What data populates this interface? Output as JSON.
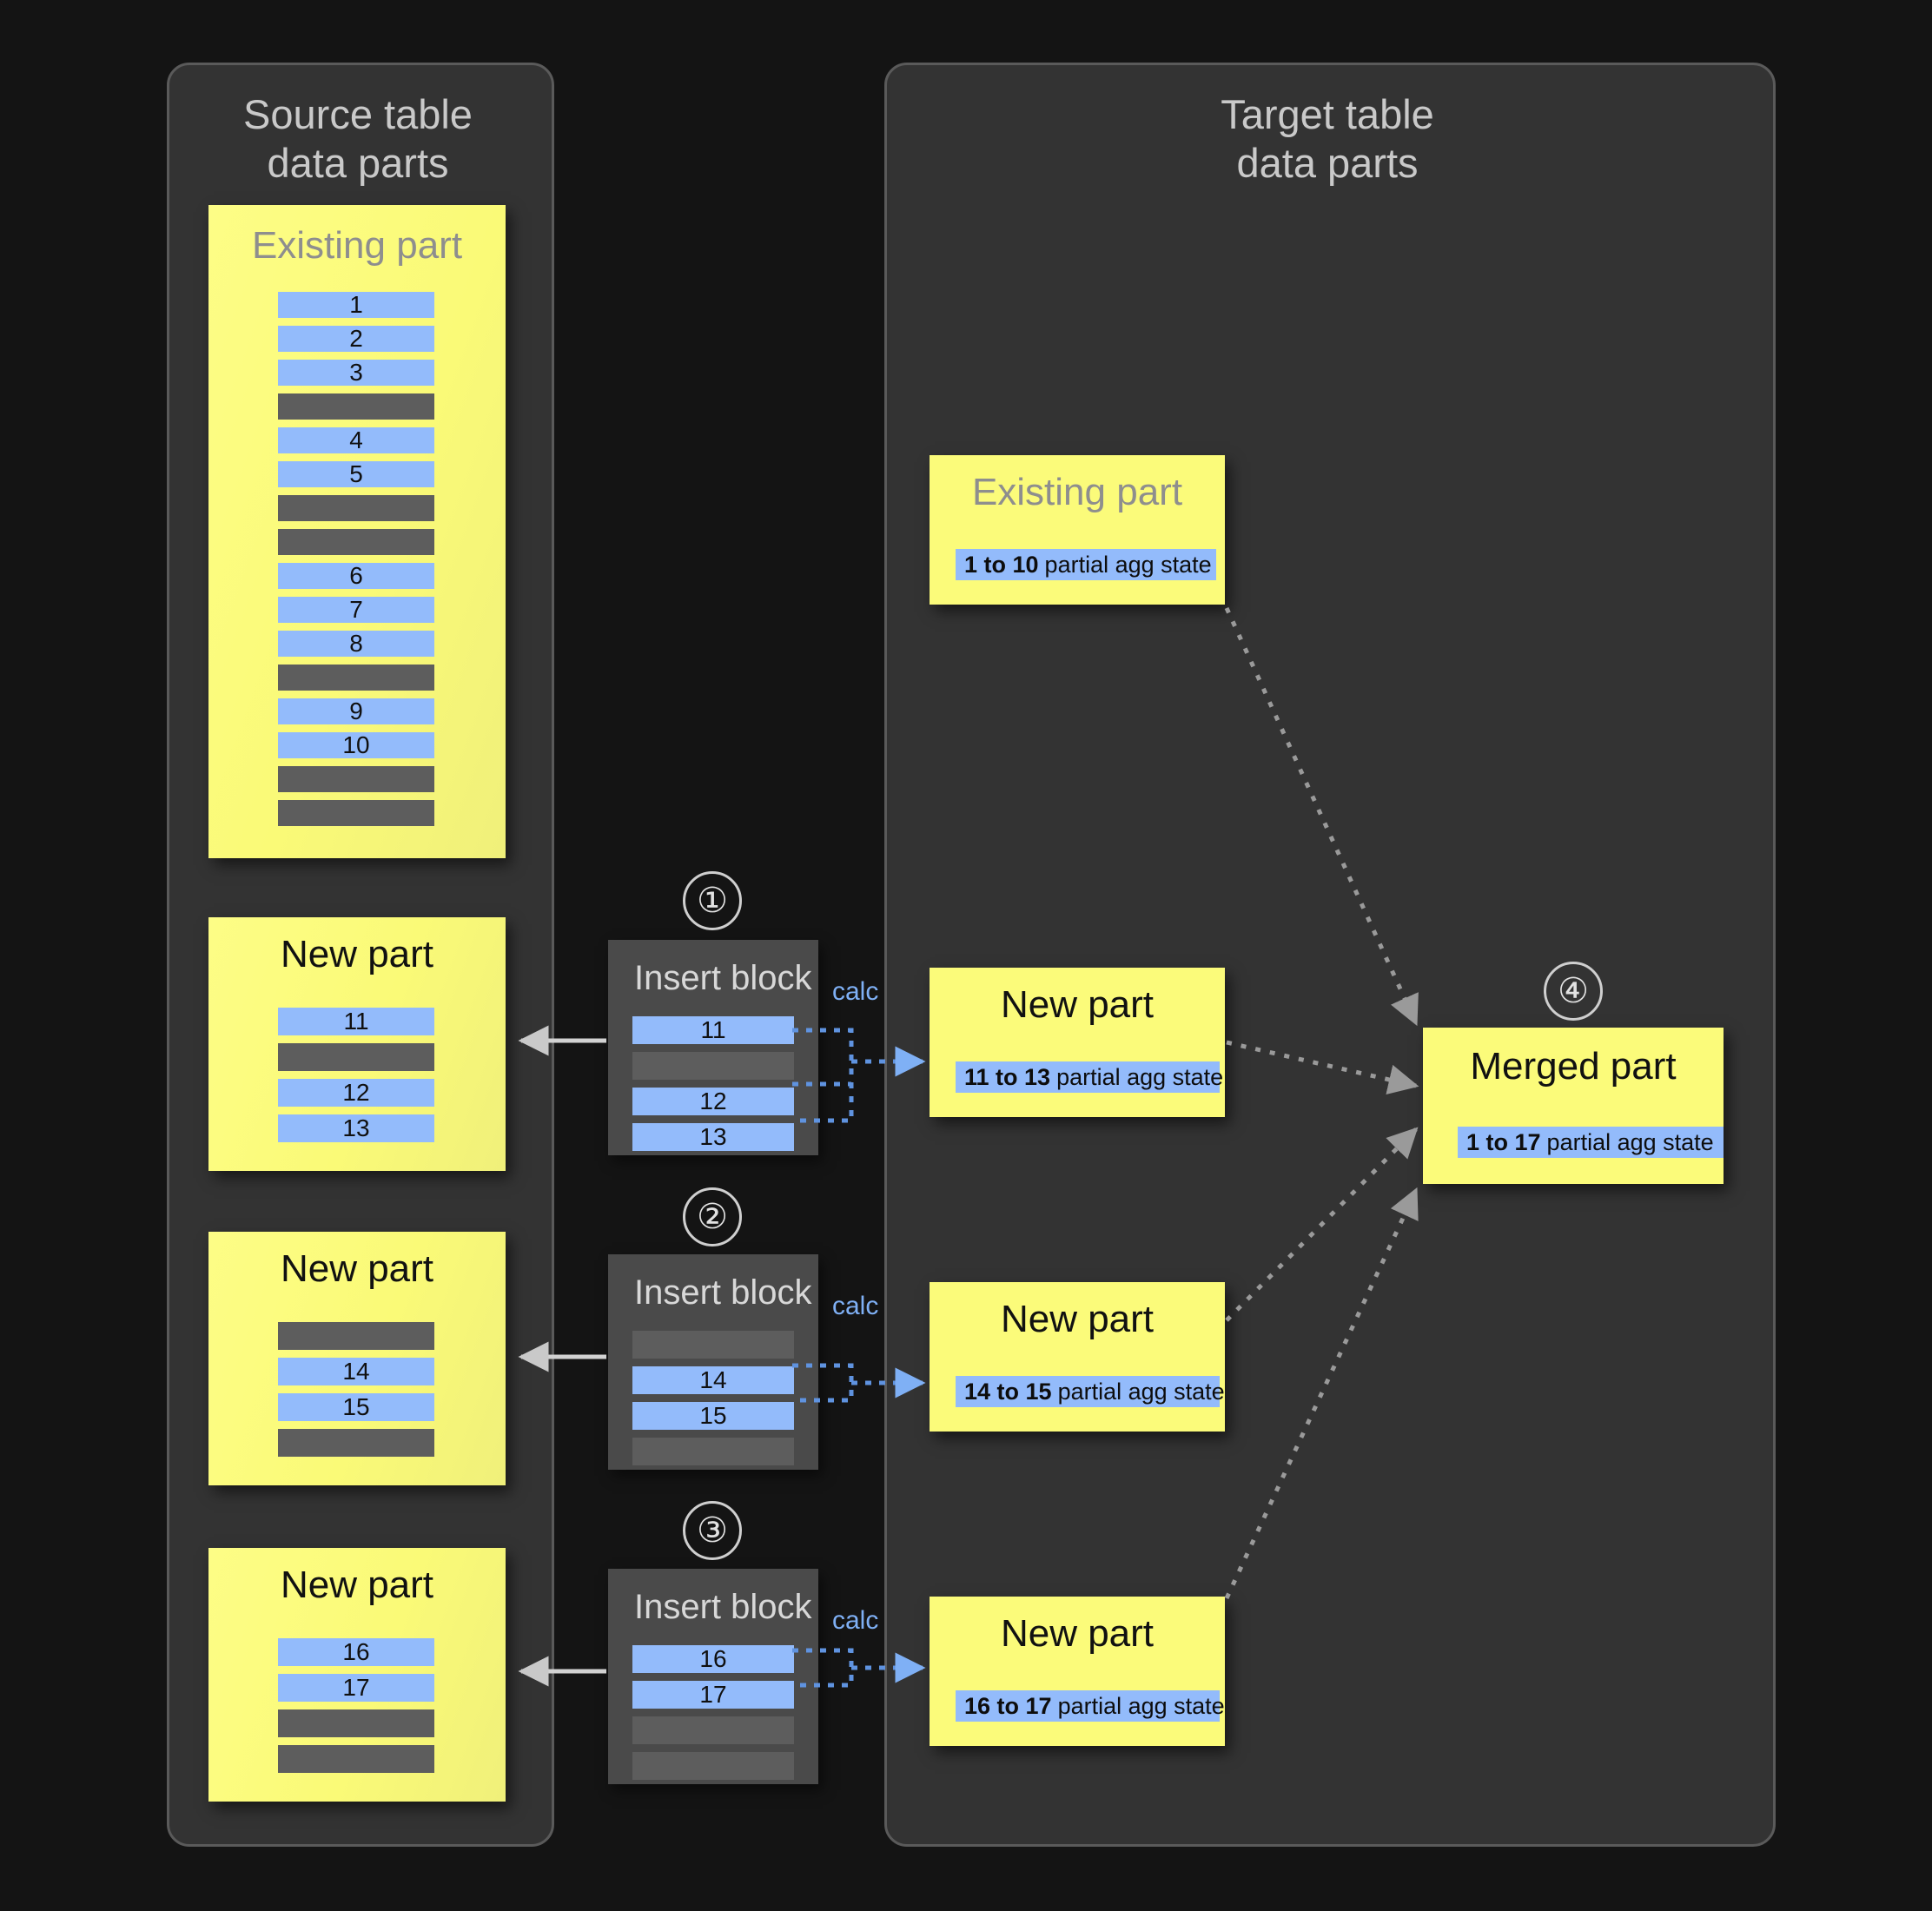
{
  "panels": {
    "source": {
      "title": "Source table\ndata parts"
    },
    "target": {
      "title": "Target table\ndata parts"
    }
  },
  "source_parts": [
    {
      "name": "existing-part-source",
      "label": "Existing part",
      "label_style": "gray",
      "rows": [
        "1",
        "2",
        "3",
        "",
        "4",
        "5",
        "",
        "",
        "6",
        "7",
        "8",
        "",
        "9",
        "10",
        "",
        ""
      ]
    },
    {
      "name": "new-part-source-1",
      "label": "New part",
      "label_style": "black",
      "rows": [
        "11",
        "",
        "12",
        "13"
      ]
    },
    {
      "name": "new-part-source-2",
      "label": "New part",
      "label_style": "black",
      "rows": [
        "",
        "14",
        "15",
        ""
      ]
    },
    {
      "name": "new-part-source-3",
      "label": "New part",
      "label_style": "black",
      "rows": [
        "16",
        "17",
        "",
        ""
      ]
    }
  ],
  "insert_blocks": [
    {
      "step": "①",
      "title": "Insert block",
      "calc": "calc",
      "rows": [
        "11",
        "",
        "12",
        "13"
      ]
    },
    {
      "step": "②",
      "title": "Insert block",
      "calc": "calc",
      "rows": [
        "",
        "14",
        "15",
        ""
      ]
    },
    {
      "step": "③",
      "title": "Insert block",
      "calc": "calc",
      "rows": [
        "16",
        "17",
        "",
        ""
      ]
    }
  ],
  "target_parts": [
    {
      "name": "existing-part-target",
      "label": "Existing part",
      "label_style": "gray",
      "agg_range": "1 to 10",
      "agg_text": "partial agg state"
    },
    {
      "name": "new-part-target-1",
      "label": "New part",
      "label_style": "black",
      "agg_range": "11 to 13",
      "agg_text": "partial agg state"
    },
    {
      "name": "new-part-target-2",
      "label": "New part",
      "label_style": "black",
      "agg_range": "14 to 15",
      "agg_text": "partial agg state"
    },
    {
      "name": "new-part-target-3",
      "label": "New part",
      "label_style": "black",
      "agg_range": "16 to 17",
      "agg_text": "partial agg state"
    }
  ],
  "merged_part": {
    "step": "④",
    "label": "Merged part",
    "label_style": "black",
    "agg_range": "1 to 17",
    "agg_text": "partial agg state"
  },
  "colors": {
    "background": "#141414",
    "panel": "#333333",
    "part_yellow": "#fbfb7a",
    "row_blue": "#93bbfb",
    "row_gray": "#5d5d5d",
    "insert_block": "#4a4a4a",
    "accent_calc": "#7fb0f5"
  }
}
